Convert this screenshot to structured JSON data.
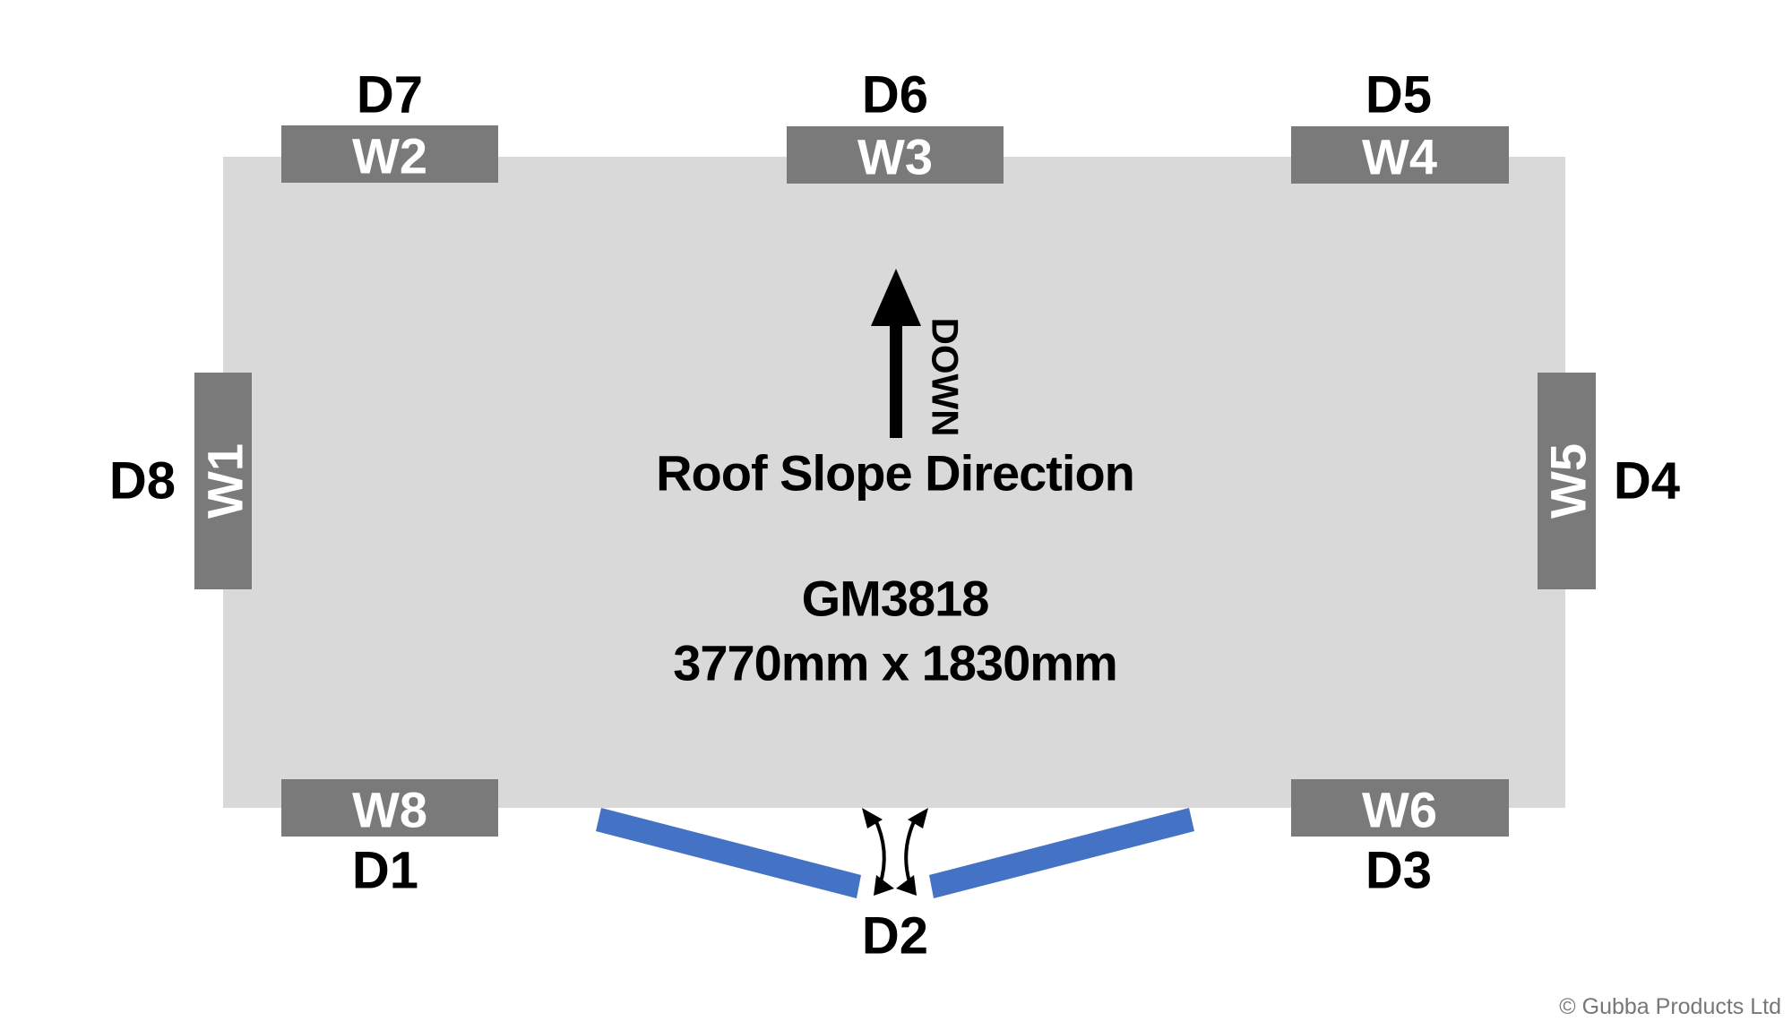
{
  "colors": {
    "roof": "#d9d9d9",
    "window": "#7a7a7a",
    "door": "#4472c4",
    "text": "#000000"
  },
  "model": "GM3818",
  "dimensions": "3770mm x 1830mm",
  "slope": {
    "label": "Roof Slope Direction",
    "direction": "DOWN",
    "icon": "arrow-up-icon"
  },
  "windows": {
    "W1": "W1",
    "W2": "W2",
    "W3": "W3",
    "W4": "W4",
    "W5": "W5",
    "W6": "W6",
    "W8": "W8"
  },
  "positions": {
    "D1": "D1",
    "D2": "D2",
    "D3": "D3",
    "D4": "D4",
    "D5": "D5",
    "D6": "D6",
    "D7": "D7",
    "D8": "D8"
  },
  "copyright": "© Gubba Products Ltd"
}
